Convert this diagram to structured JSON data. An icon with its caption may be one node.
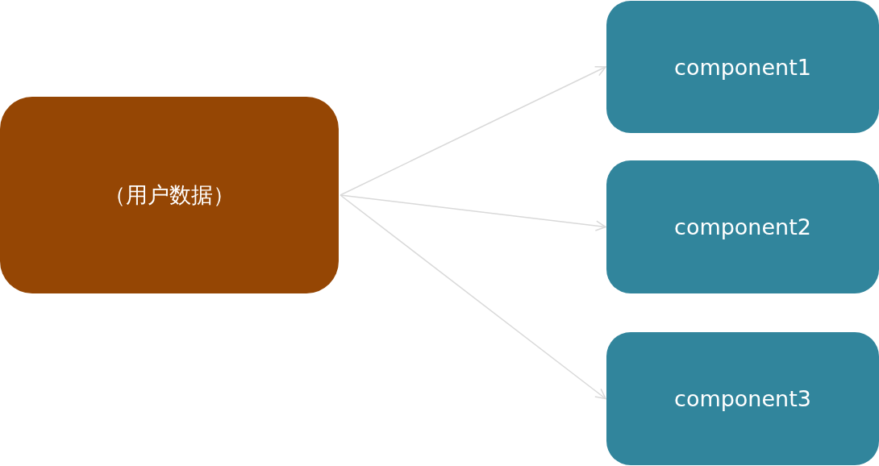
{
  "diagram": {
    "nodes": [
      {
        "text": [
          "（用户数据）"
        ]
      },
      {
        "text": [
          "component1"
        ]
      },
      {
        "text": [
          "component2"
        ]
      },
      {
        "text": [
          "component3"
        ]
      }
    ],
    "edges": [
      {
        "from": 0,
        "to": 1,
        "arrow": "to"
      },
      {
        "from": 0,
        "to": 2,
        "arrow": "to"
      },
      {
        "from": 0,
        "to": 3,
        "arrow": "to"
      }
    ]
  }
}
